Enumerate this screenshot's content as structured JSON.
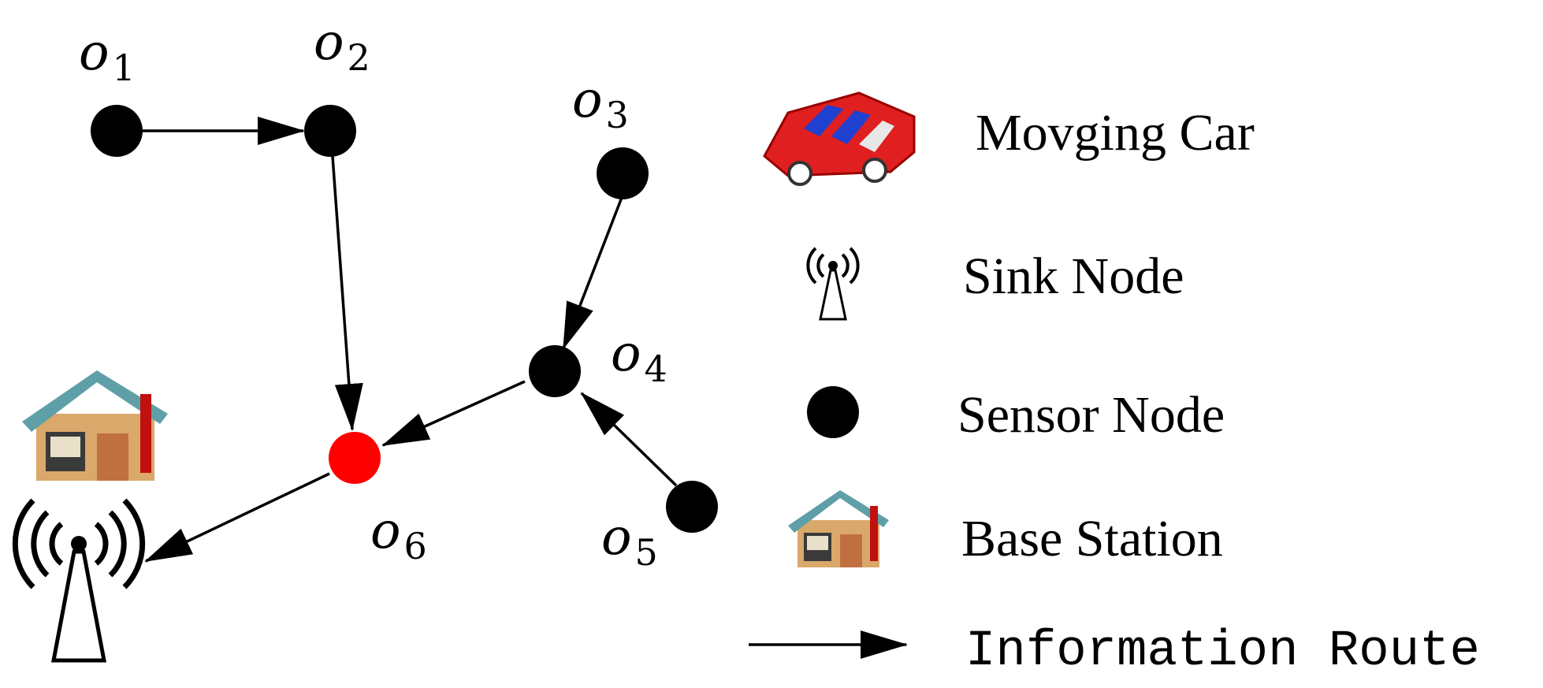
{
  "nodes": [
    {
      "id": "o1",
      "letter": "o",
      "index": "1"
    },
    {
      "id": "o2",
      "letter": "o",
      "index": "2"
    },
    {
      "id": "o3",
      "letter": "o",
      "index": "3"
    },
    {
      "id": "o4",
      "letter": "o",
      "index": "4"
    },
    {
      "id": "o5",
      "letter": "o",
      "index": "5"
    },
    {
      "id": "o6",
      "letter": "o",
      "index": "6",
      "highlighted": true
    }
  ],
  "edges": [
    {
      "from": "o1",
      "to": "o2"
    },
    {
      "from": "o2",
      "to": "o6"
    },
    {
      "from": "o3",
      "to": "o4"
    },
    {
      "from": "o5",
      "to": "o4"
    },
    {
      "from": "o4",
      "to": "o6"
    },
    {
      "from": "o6",
      "to": "sink"
    }
  ],
  "legend": {
    "car": "Movging Car",
    "sink": "Sink Node",
    "sensor": "Sensor Node",
    "base": "Base Station",
    "route": "Information Route"
  },
  "colors": {
    "sensor": "#000000",
    "highlight": "#ff0000",
    "car_body": "#e02020",
    "car_window": "#2040d0",
    "house_roof": "#5f9fa8",
    "house_wall": "#d9a86a"
  }
}
